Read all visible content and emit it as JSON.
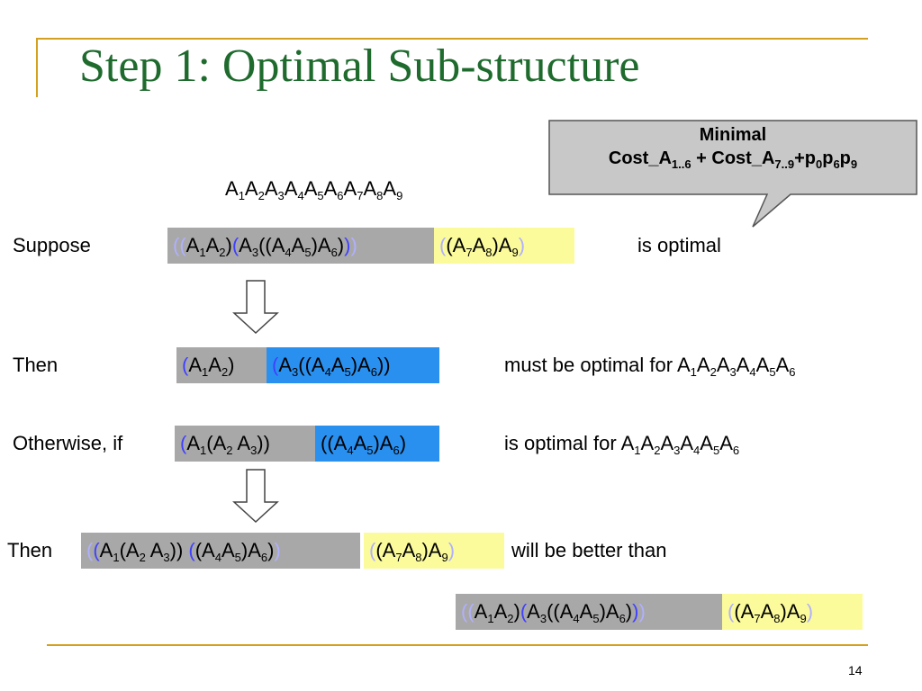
{
  "title": "Step 1: Optimal Sub-structure",
  "callout": {
    "line1": "Minimal",
    "line2": "Cost_A1..6 + Cost_A7..9+p0p6p9"
  },
  "product": "A1A2A3A4A5A6A7A8A9",
  "rows": {
    "suppose": {
      "label": "Suppose",
      "left": "((A1A2)(A3((A4A5)A6)))",
      "right": "((A7A8)A9)",
      "suffix": "is optimal"
    },
    "then1": {
      "label": "Then",
      "left": "(A1A2)",
      "right": "(A3((A4A5)A6))",
      "suffix": "must be optimal for A1A2A3A4A5A6"
    },
    "otherwise": {
      "label": "Otherwise, if",
      "left": "(A1(A2 A3))",
      "right": "((A4A5)A6)",
      "suffix": "is optimal for A1A2A3A4A5A6"
    },
    "then2": {
      "label": "Then",
      "left": "((A1(A2 A3)) ((A4A5)A6))",
      "right": "((A7A8)A9)",
      "suffix": "will be better than"
    },
    "compare": {
      "left": "((A1A2)(A3((A4A5)A6)))",
      "right": "((A7A8)A9)"
    }
  },
  "page_number": "14",
  "colors": {
    "title": "#1f6b2e",
    "rule": "#d4a020",
    "gray": "#a8a8a8",
    "yellow": "#fbfb9c",
    "blue": "#2a90f0"
  }
}
